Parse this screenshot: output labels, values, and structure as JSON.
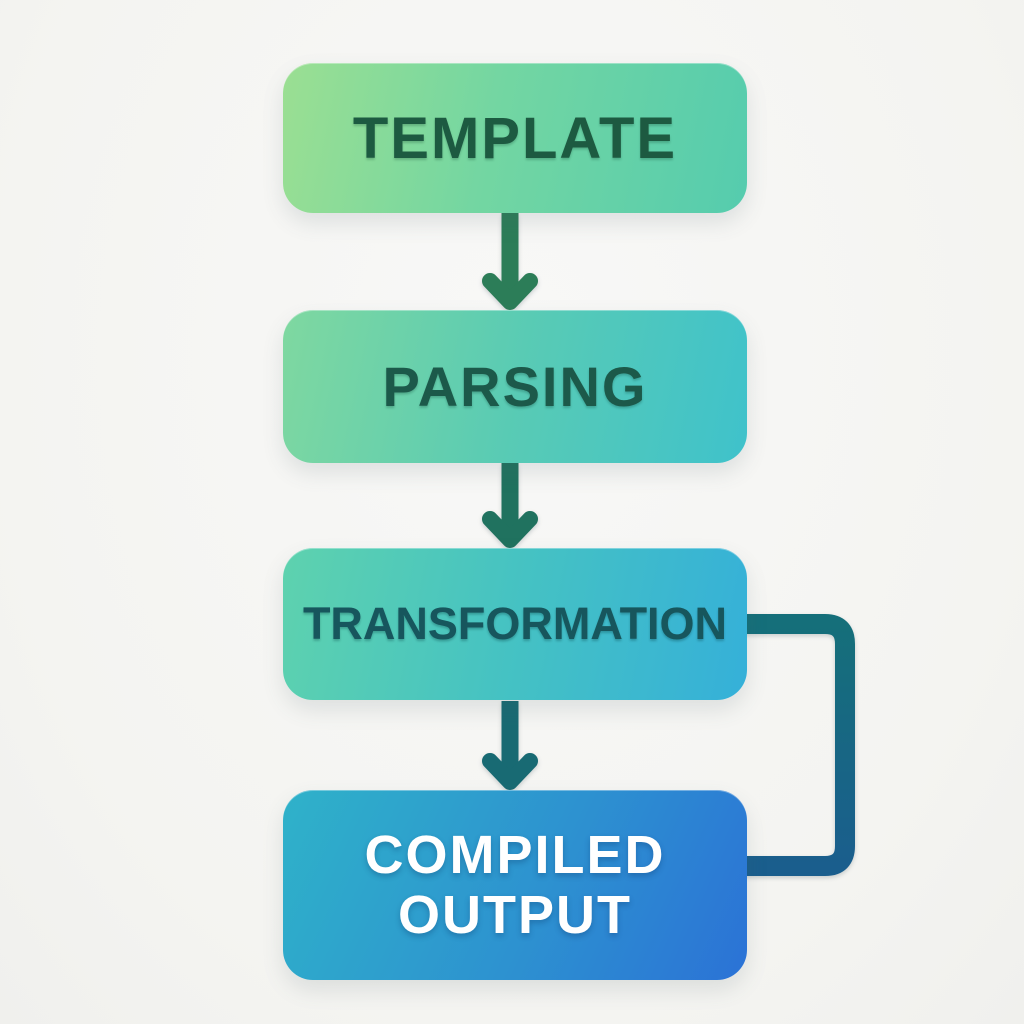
{
  "background_color": "#f6f6f4",
  "diagram": {
    "type": "flowchart",
    "direction": "top-down",
    "nodes": [
      {
        "id": "template",
        "label": "TEMPLATE",
        "text_color": "#1d5a41",
        "gradient_start": "#9bdf92",
        "gradient_end": "#55ccae"
      },
      {
        "id": "parsing",
        "label": "PARSING",
        "text_color": "#1c594a",
        "gradient_start": "#7fd8a0",
        "gradient_end": "#3fc2cb"
      },
      {
        "id": "transformation",
        "label": "TRANSFORMATION",
        "text_color": "#17565d",
        "gradient_start": "#5ed2ae",
        "gradient_end": "#35b0d9"
      },
      {
        "id": "compiled-output",
        "label": "COMPILED OUTPUT",
        "line1": "COMPILED",
        "line2": "OUTPUT",
        "text_color": "#ffffff",
        "gradient_start": "#2fb2c9",
        "gradient_end": "#2b72d6"
      }
    ],
    "edges": [
      {
        "from": "template",
        "to": "parsing",
        "style": "straight-arrow-down",
        "color": "#2c7d58"
      },
      {
        "from": "parsing",
        "to": "transformation",
        "style": "straight-arrow-down",
        "color": "#20725f"
      },
      {
        "from": "transformation",
        "to": "compiled-output",
        "style": "straight-arrow-down",
        "color": "#186a73"
      },
      {
        "from": "transformation",
        "to": "compiled-output",
        "style": "right-side-loop",
        "color_start": "#156f7a",
        "color_end": "#1a5e8d"
      }
    ]
  }
}
